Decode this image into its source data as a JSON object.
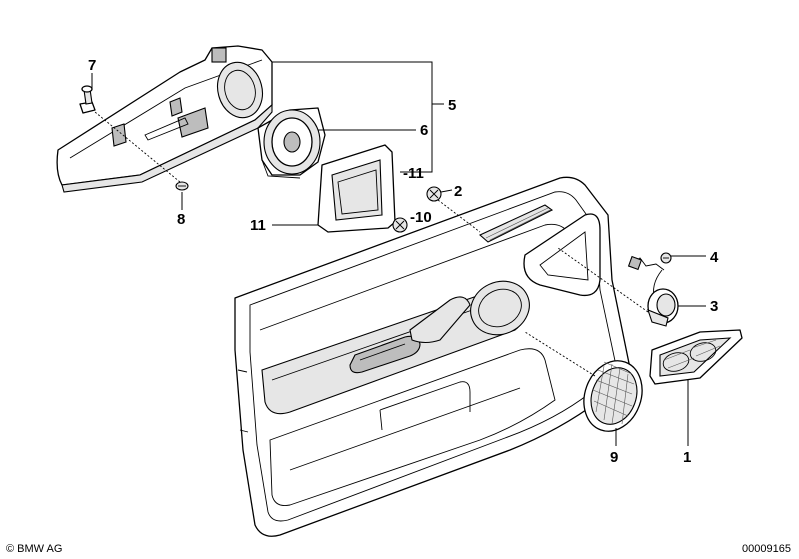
{
  "callouts": {
    "c1": "1",
    "c2": "2",
    "c3": "3",
    "c4": "4",
    "c5": "5",
    "c6": "6",
    "c7": "7",
    "c8": "8",
    "c9": "9",
    "c10": "-10",
    "c11a": "11",
    "c11b": "-11"
  },
  "footer": {
    "copyright": "© BMW AG",
    "reference": "00009165"
  }
}
